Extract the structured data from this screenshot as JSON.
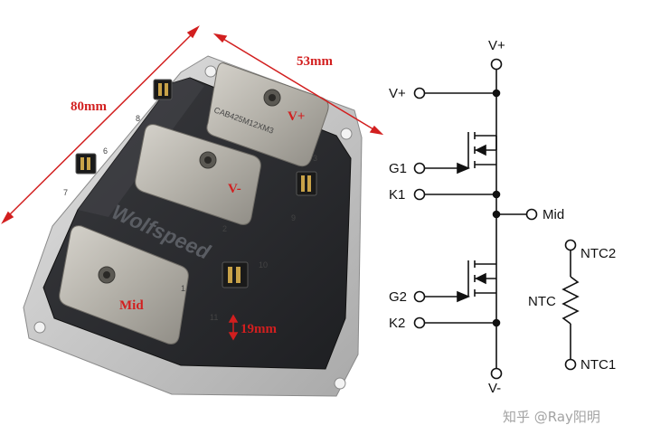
{
  "photo": {
    "dim_length": "80mm",
    "dim_width": "53mm",
    "dim_height": "19mm",
    "terminal_vplus": "V+",
    "terminal_vminus": "V-",
    "terminal_mid": "Mid",
    "part_number": "CAB425M12XM3",
    "brand": "Wolfspeed",
    "pin_numbers": [
      "1",
      "2",
      "3",
      "6",
      "7",
      "8",
      "9",
      "10",
      "11"
    ]
  },
  "schematic": {
    "vplus_top": "V+",
    "vplus_left": "V+",
    "g1": "G1",
    "k1": "K1",
    "mid": "Mid",
    "g2": "G2",
    "k2": "K2",
    "vminus": "V-",
    "ntc": "NTC",
    "ntc2": "NTC2",
    "ntc1": "NTC1"
  },
  "watermark": "知乎 @Ray阳明",
  "colors": {
    "annotation": "#d21f1f",
    "module_body": "#2b2c2f",
    "baseplate": "#c9c9c9",
    "terminal_plate": "#b9b6ae",
    "pin_gold": "#c8a248"
  }
}
